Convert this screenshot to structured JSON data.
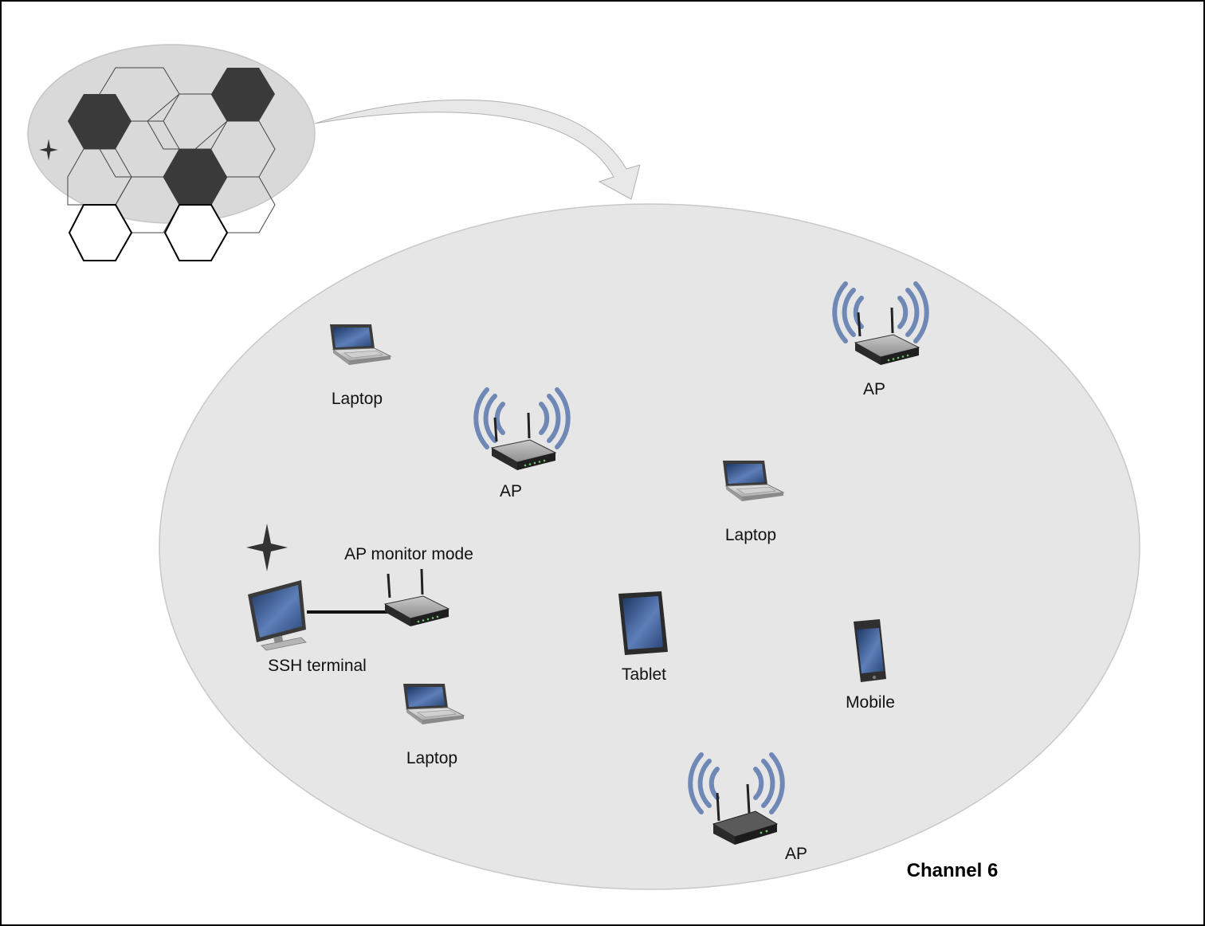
{
  "colors": {
    "background": "#ffffff",
    "frame": "#000000",
    "region_fill": "#e6e6e6",
    "cell_dark": "#3a3a3a",
    "cell_light": "#dadada",
    "signal_waves": "#7088b5",
    "router_body": "#2e2e2e",
    "screen": "#4a6aa0",
    "star": "#333333"
  },
  "diagram": {
    "channel_label": "Channel 6",
    "devices": {
      "laptop_top_left": {
        "label": "Laptop",
        "icon": "laptop-icon"
      },
      "ap_center_left": {
        "label": "AP",
        "icon": "wifi-router-icon"
      },
      "ap_top_right": {
        "label": "AP",
        "icon": "wifi-router-icon"
      },
      "laptop_center": {
        "label": "Laptop",
        "icon": "laptop-icon"
      },
      "ap_monitor": {
        "label": "AP monitor mode",
        "icon": "wifi-router-icon"
      },
      "ssh_terminal": {
        "label": "SSH terminal",
        "icon": "monitor-icon"
      },
      "tablet": {
        "label": "Tablet",
        "icon": "tablet-icon"
      },
      "mobile": {
        "label": "Mobile",
        "icon": "smartphone-icon"
      },
      "laptop_bottom": {
        "label": "Laptop",
        "icon": "laptop-icon"
      },
      "ap_bottom": {
        "label": "AP",
        "icon": "wifi-router-icon"
      }
    },
    "overview": {
      "icons": [
        "hexagon-grid-icon",
        "star-marker-icon",
        "curved-arrow-icon"
      ]
    }
  }
}
